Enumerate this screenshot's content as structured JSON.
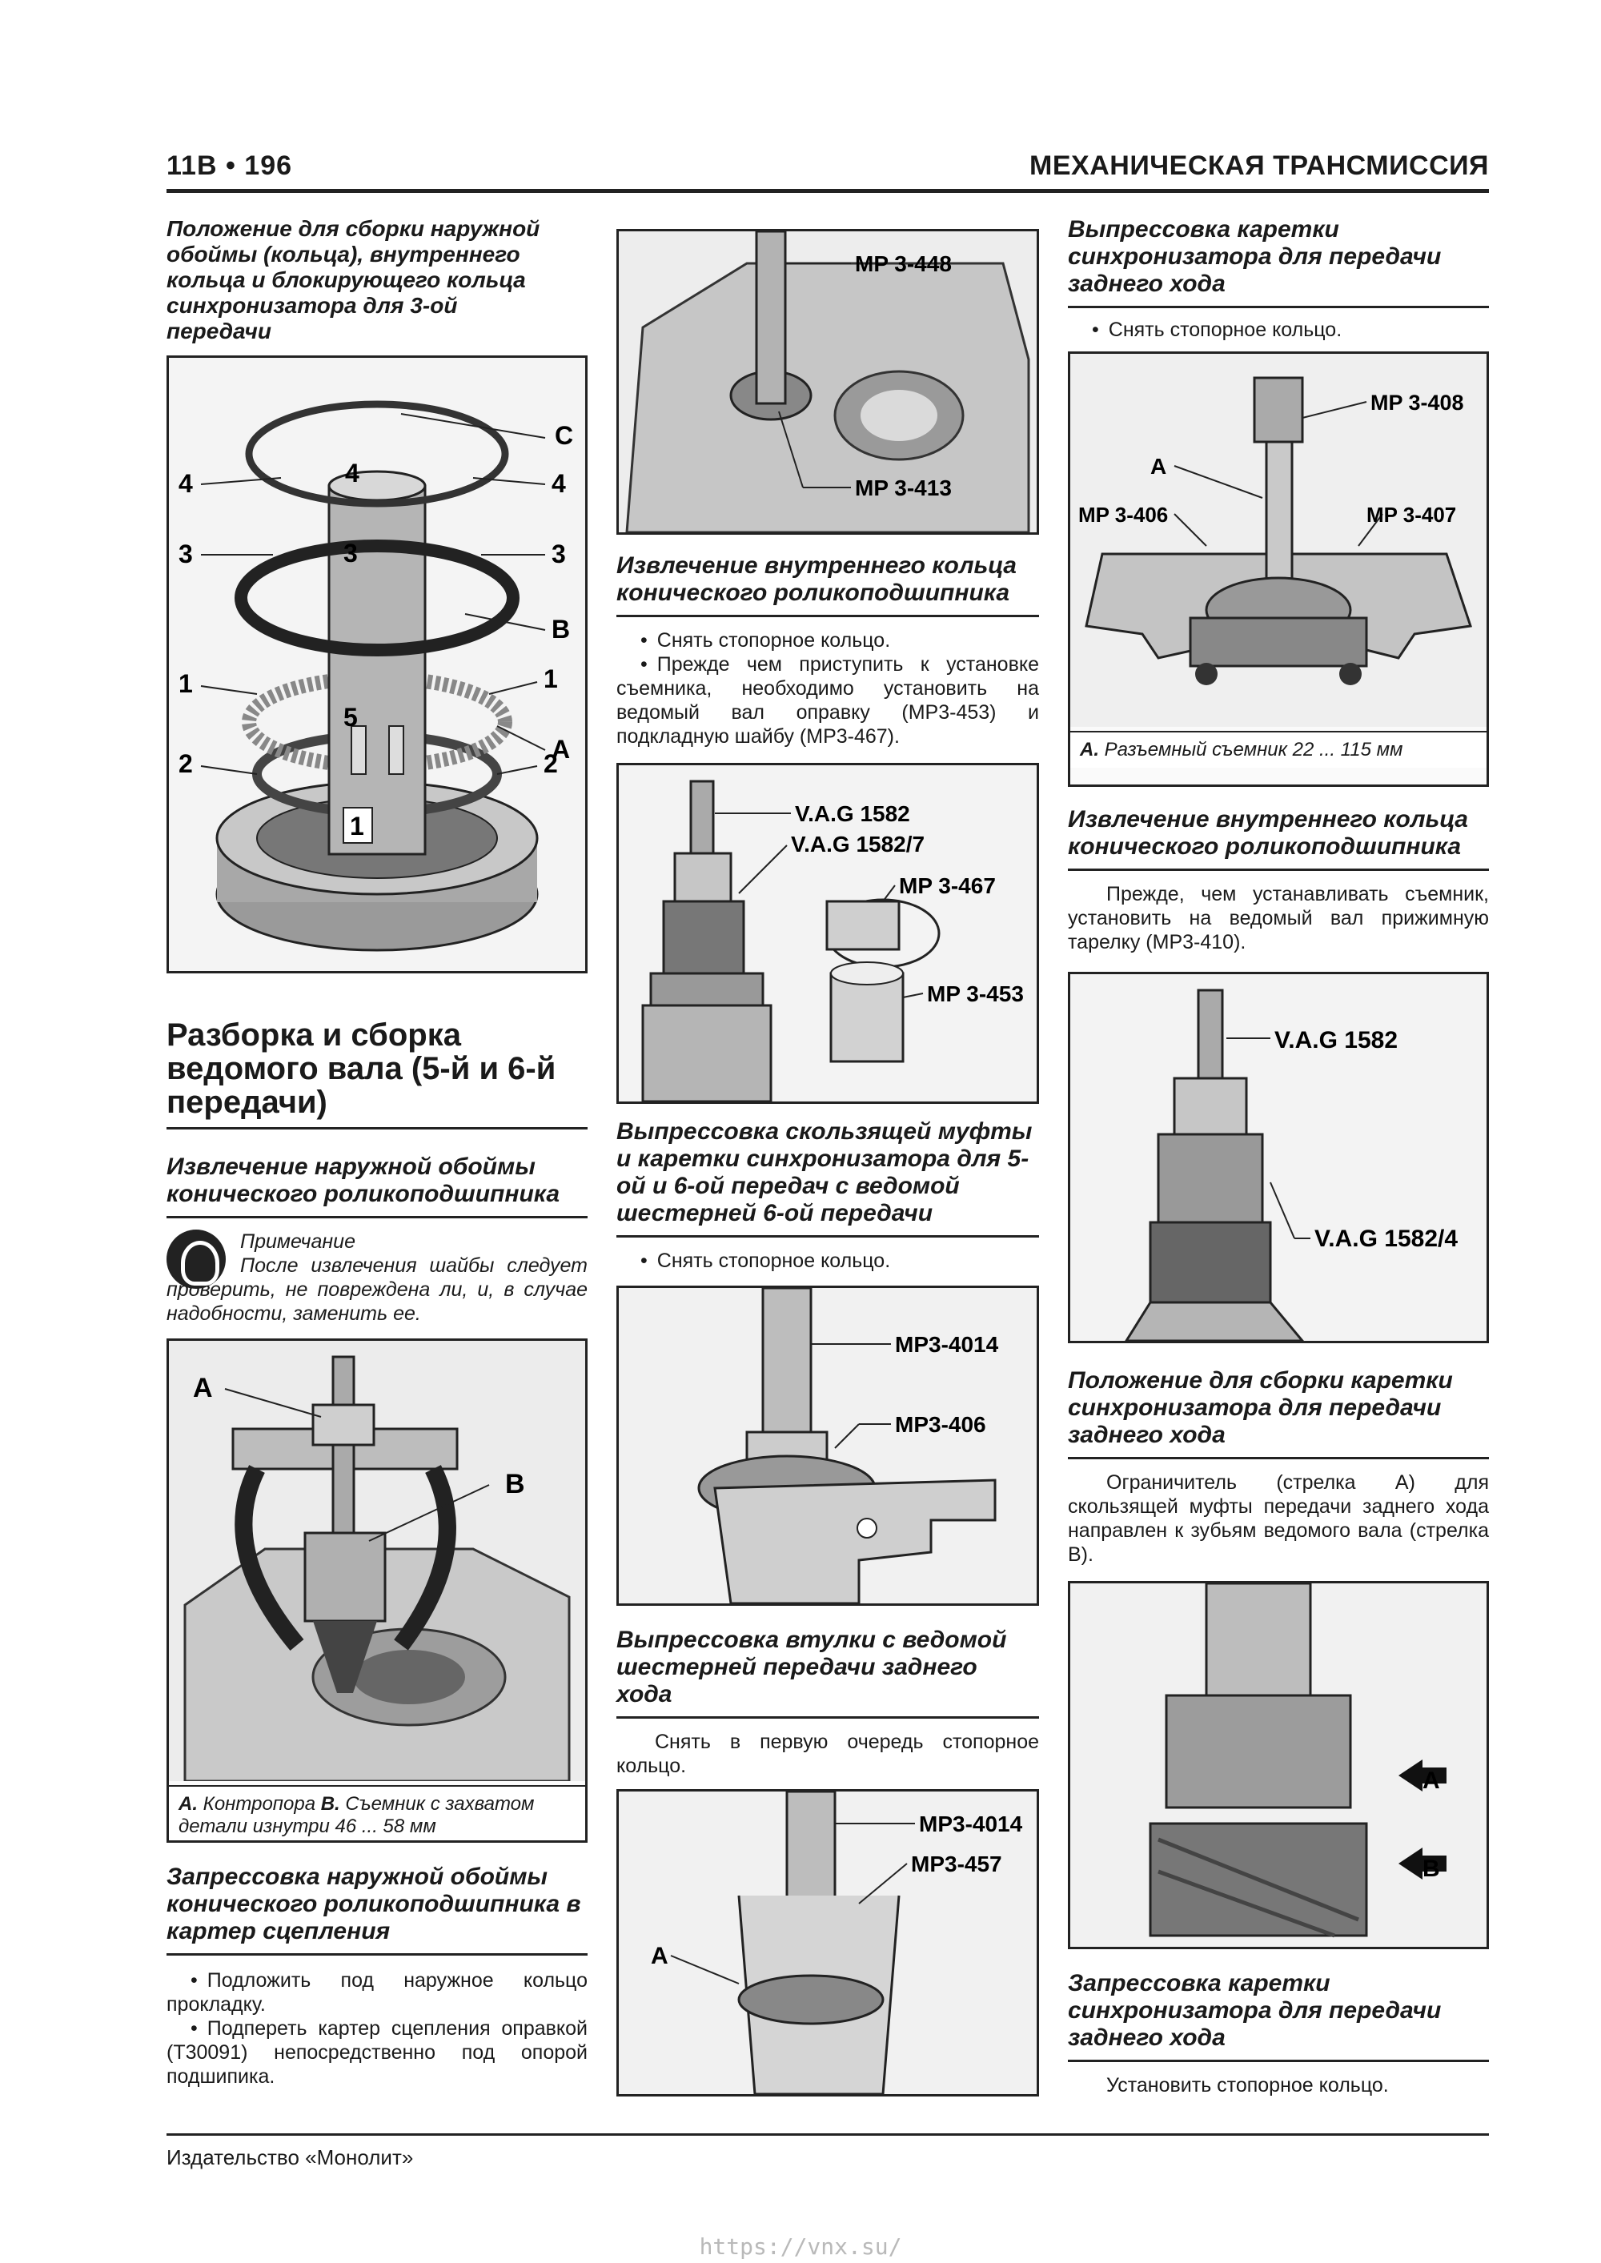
{
  "header": {
    "page_number": "11B • 196",
    "section_title": "МЕХАНИЧЕСКАЯ ТРАНСМИССИЯ"
  },
  "col1": {
    "caption_top": "Положение для сборки наружной обоймы (кольца), внутреннего кольца и блокирующего кольца синхронизатора для 3-ой передачи",
    "fig1_labels": [
      "C",
      "4",
      "4",
      "4",
      "3",
      "3",
      "3",
      "B",
      "1",
      "1",
      "5",
      "A",
      "2",
      "2",
      "1"
    ],
    "section_heading": "Разборка и сборка ведомого вала (5-й и 6-й передачи)",
    "sub1": "Извлечение наружной обоймы конического роликоподшипника",
    "note_title": "Примечание",
    "note_text": "После извлечения шайбы следует проверить, не повреждена ли, и, в случае надобности, заменить ее.",
    "fig2_labels": [
      "A",
      "B"
    ],
    "fig2_caption_a": "A.",
    "fig2_caption_a_text": " Контропора ",
    "fig2_caption_b": "B.",
    "fig2_caption_b_text": " Съемник с захватом детали изнутри 46 ... 58 мм",
    "sub2": "Запрессовка наружной обоймы конического роликоподшипника в картер сцепления",
    "bullet1": "Подложить под наружное кольцо прокладку.",
    "bullet2": "Подпереть картер сцепления оправкой (T30091) непосредственно под опорой подшипика."
  },
  "col2": {
    "fig1_labels": [
      "MP 3-448",
      "MP 3-413"
    ],
    "sub1": "Извлечение внутреннего кольца конического роликоподшипника",
    "bullet1": "Снять стопорное кольцо.",
    "bullet2": "Прежде чем приступить к установке съемника, необходимо установить на ведомый вал оправку (MP3-453) и подкладную шайбу (MP3-467).",
    "fig2_labels": [
      "V.A.G 1582",
      "V.A.G 1582/7",
      "MP 3-467",
      "MP 3-453"
    ],
    "sub2": "Выпрессовка скользящей муфты и каретки синхронизатора для 5-ой и 6-ой передач с ведомой шестерней 6-ой передачи",
    "bullet3": "Снять стопорное кольцо.",
    "fig3_labels": [
      "MP3-4014",
      "MP3-406"
    ],
    "sub3": "Выпрессовка втулки с ведомой шестерней передачи заднего хода",
    "para1": "Снять в первую очередь стопорное кольцо.",
    "fig4_labels": [
      "MP3-4014",
      "MP3-457",
      "A"
    ]
  },
  "col3": {
    "sub1": "Выпрессовка каретки синхронизатора для передачи заднего хода",
    "bullet1": "Снять стопорное кольцо.",
    "fig1_labels": [
      "MP 3-408",
      "A",
      "MP 3-406",
      "MP 3-407"
    ],
    "fig1_caption_a": "A.",
    "fig1_caption_text": " Разъемный съемник 22 ... 115 мм",
    "sub2": "Извлечение внутреннего кольца конического роликоподшипника",
    "para1": "Прежде, чем устанавливать съемник, установить на ведомый вал прижимную тарелку (MP3-410).",
    "fig2_labels": [
      "V.A.G 1582",
      "V.A.G 1582/4"
    ],
    "sub3": "Положение для сборки каретки синхронизатора для передачи заднего хода",
    "para2": "Ограничитель (стрелка A) для скользящей муфты передачи заднего хода направлен к зубьям ведомого вала (стрелка B).",
    "fig3_labels": [
      "A",
      "B"
    ],
    "sub4": "Запрессовка каретки синхронизатора для передачи заднего хода",
    "para3": "Установить стопорное кольцо."
  },
  "footer": {
    "publisher": "Издательство «Монолит»",
    "watermark": "https://vnx.su/"
  }
}
